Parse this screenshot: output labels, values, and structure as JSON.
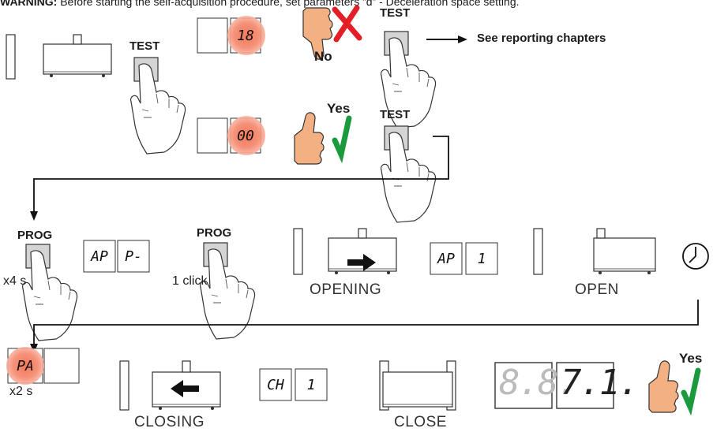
{
  "header": {
    "warning": "WARNING:",
    "text": "Before starting the self-acquisition procedure, set parameters “d” - Deceleration space setting."
  },
  "buttons": {
    "test": "TEST",
    "prog": "PROG"
  },
  "answers": {
    "no": "No",
    "yes": "Yes"
  },
  "reporting": "See reporting chapters",
  "displays": {
    "error": "18",
    "ok": "00",
    "ap_left": "AP",
    "ap_right": "P-",
    "ap1_left": "AP",
    "ap1_right": "1",
    "pa": "PA",
    "ch_left": "CH",
    "ch_right": "1",
    "big_left": "8.8.",
    "big_right": "7.1."
  },
  "labels": {
    "x4": "x4 s",
    "click": "1 click",
    "x2": "x2 s",
    "opening": "OPENING",
    "open": "OPEN",
    "closing": "CLOSING",
    "close": "CLOSE"
  },
  "colors": {
    "red": "#e41e26",
    "green": "#1a9a3c",
    "glow": "#f26a45",
    "button_gray": "#d4d4d4"
  },
  "icons": [
    "hand-press-icon",
    "thumbs-down-icon",
    "thumbs-up-icon",
    "cross-icon",
    "check-icon",
    "clock-icon",
    "arrow-right-icon",
    "arrow-left-icon",
    "gate-icon"
  ]
}
